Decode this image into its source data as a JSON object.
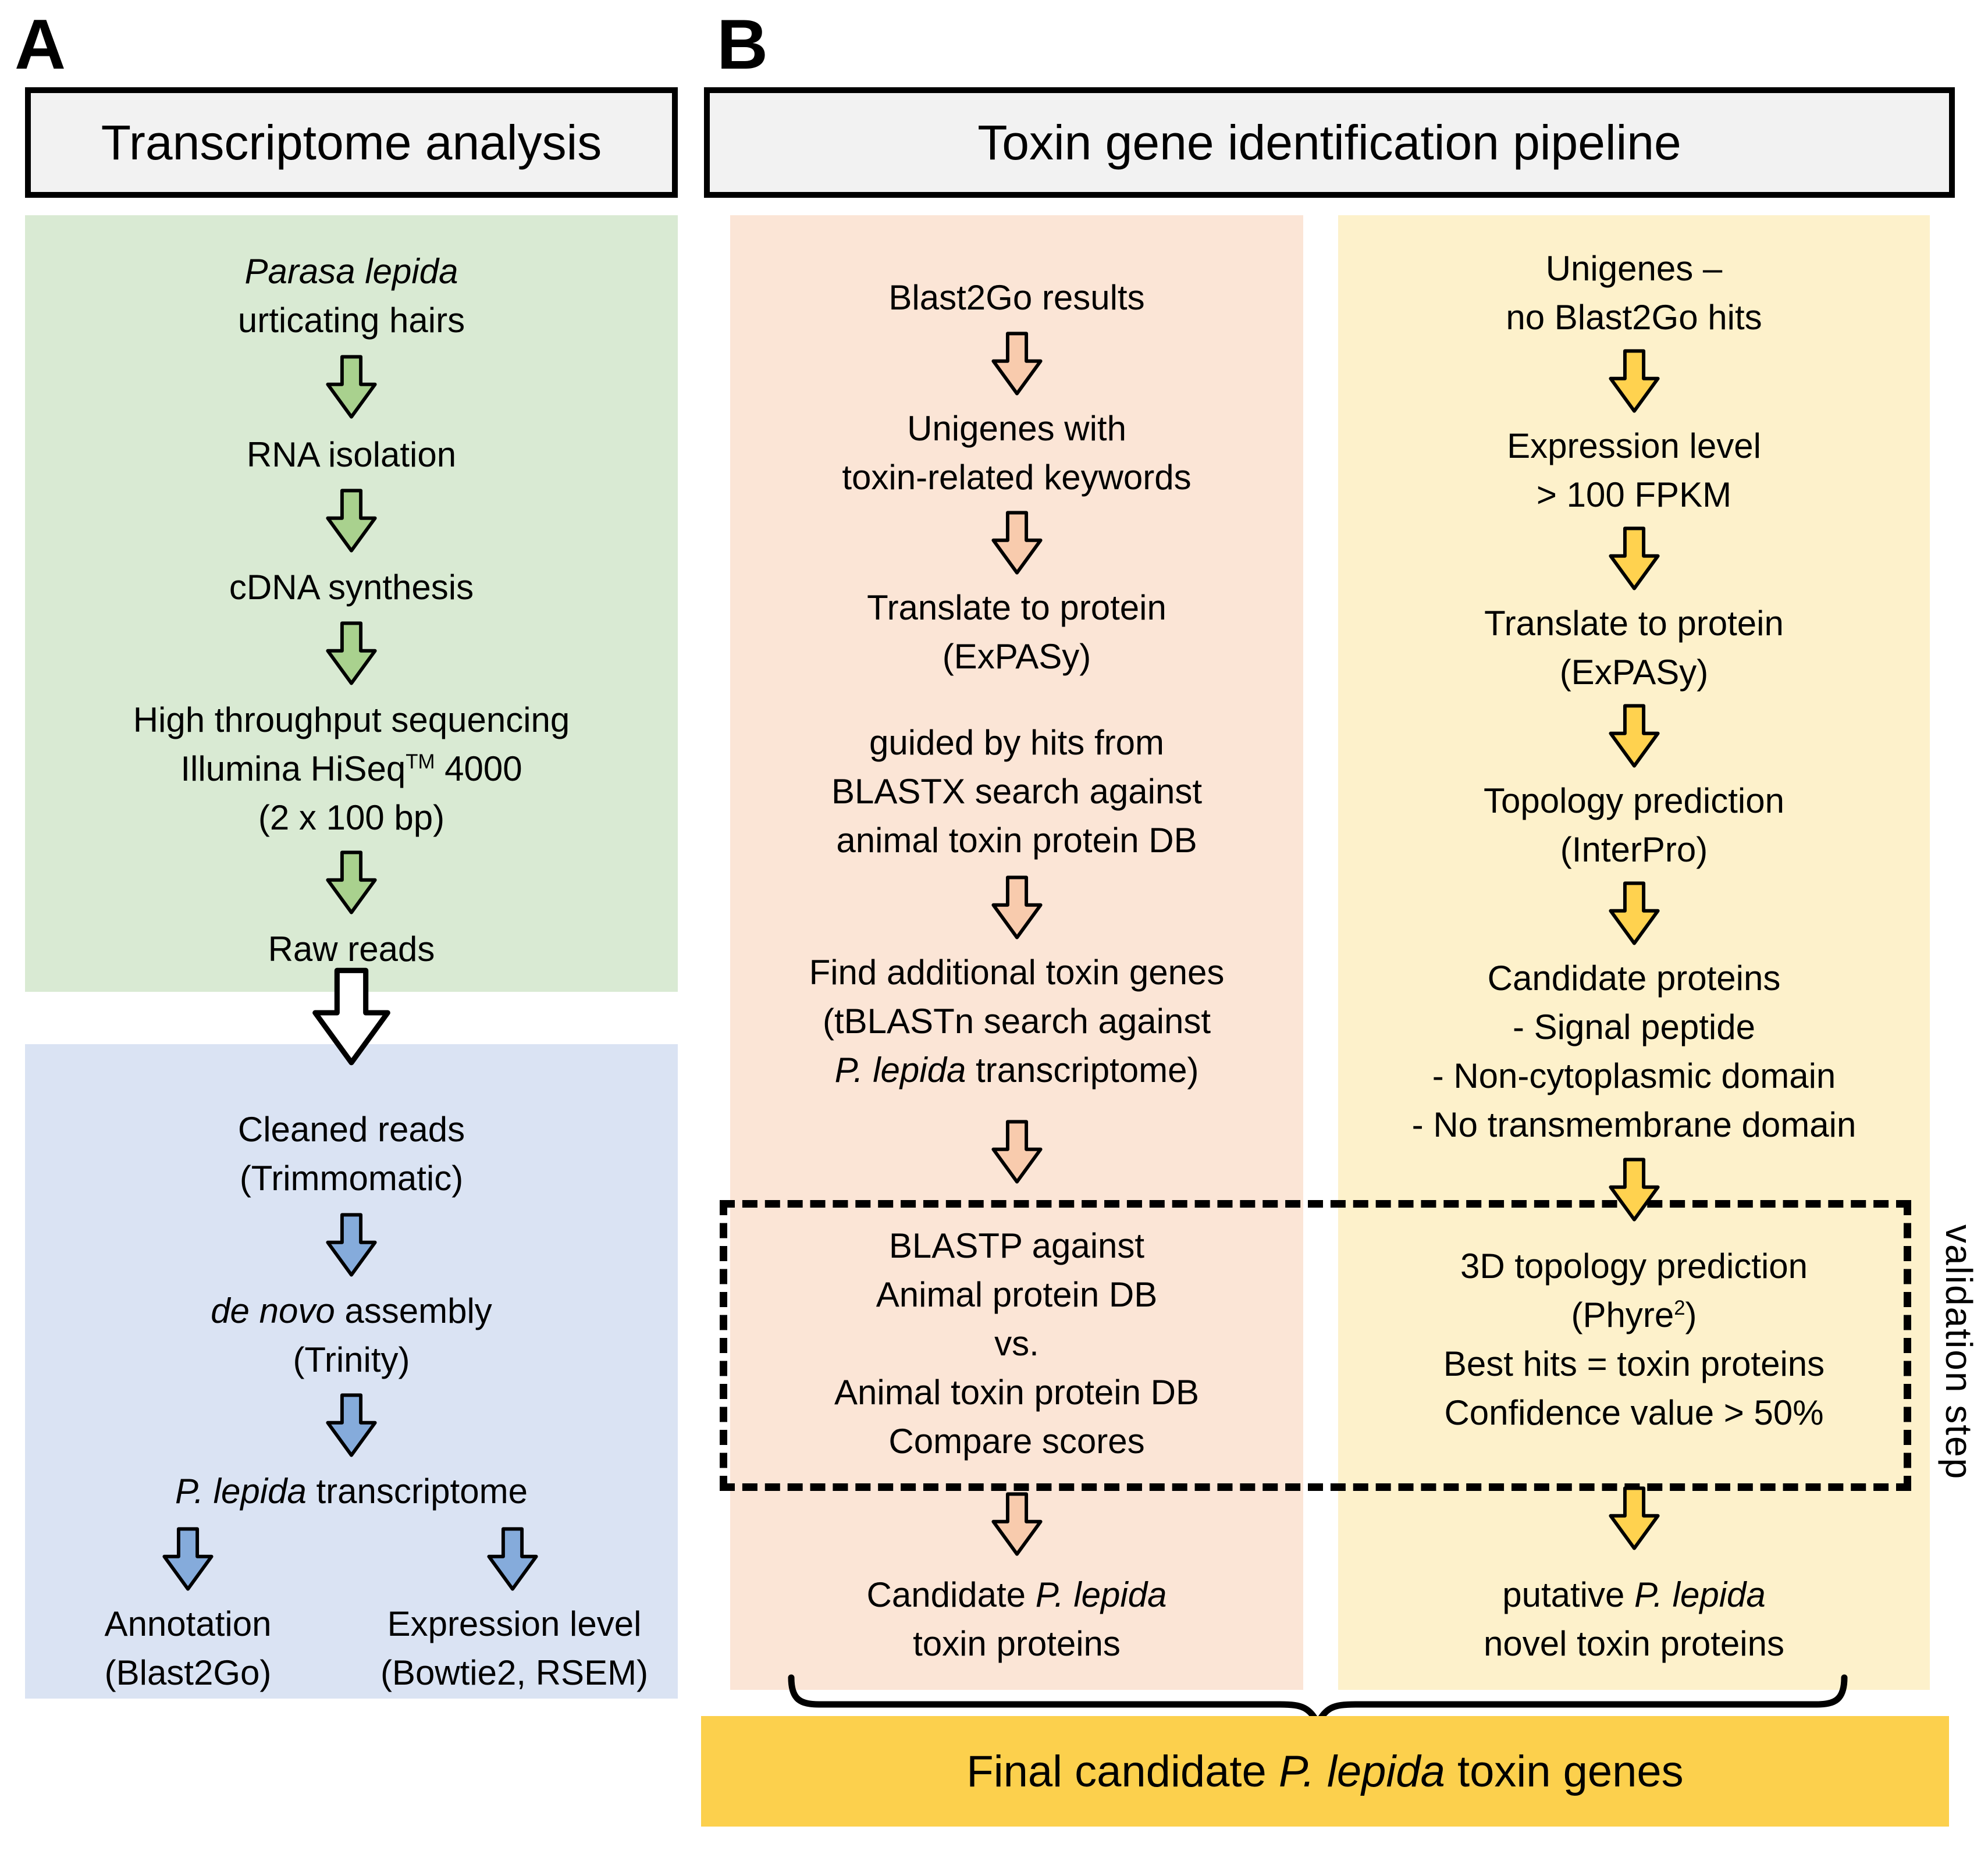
{
  "panel_a": {
    "label": "A",
    "header": "Transcriptome analysis",
    "green": {
      "s1_italic": "Parasa lepida",
      "s1_line2": "urticating hairs",
      "s2": "RNA isolation",
      "s3": "cDNA synthesis",
      "s4_line1": "High throughput sequencing",
      "s4_line2_pre": "Illumina HiSeq",
      "s4_line2_sup": "TM",
      "s4_line2_post": " 4000",
      "s4_line3": "(2 x 100 bp)",
      "s5": "Raw reads"
    },
    "blue": {
      "s1_line1": "Cleaned reads",
      "s1_line2": "(Trimmomatic)",
      "s2_line1_italic": "de novo",
      "s2_line1_rest": " assembly",
      "s2_line2": "(Trinity)",
      "s3_italic": "P. lepida",
      "s3_rest": " transcriptome",
      "out_left_line1": "Annotation",
      "out_left_line2": "(Blast2Go)",
      "out_right_line1": "Expression level",
      "out_right_line2": "(Bowtie2, RSEM)"
    }
  },
  "panel_b": {
    "label": "B",
    "header": "Toxin gene identification pipeline",
    "peach": {
      "s1": "Blast2Go results",
      "s2_line1": "Unigenes with",
      "s2_line2": "toxin-related keywords",
      "s3_line1": "Translate to protein",
      "s3_line2": "(ExPASy)",
      "s4_line1": "guided by hits from",
      "s4_line2": "BLASTX search against",
      "s4_line3": "animal toxin protein DB",
      "s5_line1": "Find additional toxin genes",
      "s5_line2": "(tBLASTn search against",
      "s5_line3_italic": "P. lepida",
      "s5_line3_rest": " transcriptome)",
      "s6_line1": "BLASTP against",
      "s6_line2": "Animal protein DB",
      "s6_line3": "vs.",
      "s6_line4": "Animal toxin protein DB",
      "s6_line5": "Compare scores",
      "s7_line1_pre": "Candidate ",
      "s7_line1_italic": "P. lepida",
      "s7_line2": "toxin proteins"
    },
    "yellow": {
      "s1_line1": "Unigenes –",
      "s1_line2": "no Blast2Go hits",
      "s2_line1": "Expression level",
      "s2_line2": "> 100 FPKM",
      "s3_line1": "Translate to protein",
      "s3_line2": "(ExPASy)",
      "s4_line1": "Topology prediction",
      "s4_line2": "(InterPro)",
      "s5_line1": "Candidate proteins",
      "s5_line2": "- Signal peptide",
      "s5_line3": "- Non-cytoplasmic domain",
      "s5_line4": "- No transmembrane domain",
      "s6_line1": "3D topology prediction",
      "s6_line2_pre": "(Phyre",
      "s6_line2_sup": "2",
      "s6_line2_post": ")",
      "s6_line3": "Best hits = toxin proteins",
      "s6_line4": "Confidence value > 50%",
      "s7_line1_pre": "putative ",
      "s7_line1_italic": "P. lepida",
      "s7_line2": "novel toxin proteins"
    },
    "validation_label": "validation step",
    "final_pre": "Final candidate ",
    "final_italic": "P. lepida",
    "final_post": " toxin genes"
  },
  "colors": {
    "header_bg": "#f2f2f2",
    "green_bg": "#d9ead3",
    "blue_bg": "#dae3f3",
    "peach_bg": "#fbe5d6",
    "yellow_bg": "#fdf1cb",
    "gold_bg": "#fcd04d",
    "green_arrow": "#a9d18e",
    "blue_arrow": "#85abdb",
    "peach_arrow": "#f8cbad",
    "yellow_arrow": "#ffd24f",
    "white_arrow": "#ffffff"
  }
}
